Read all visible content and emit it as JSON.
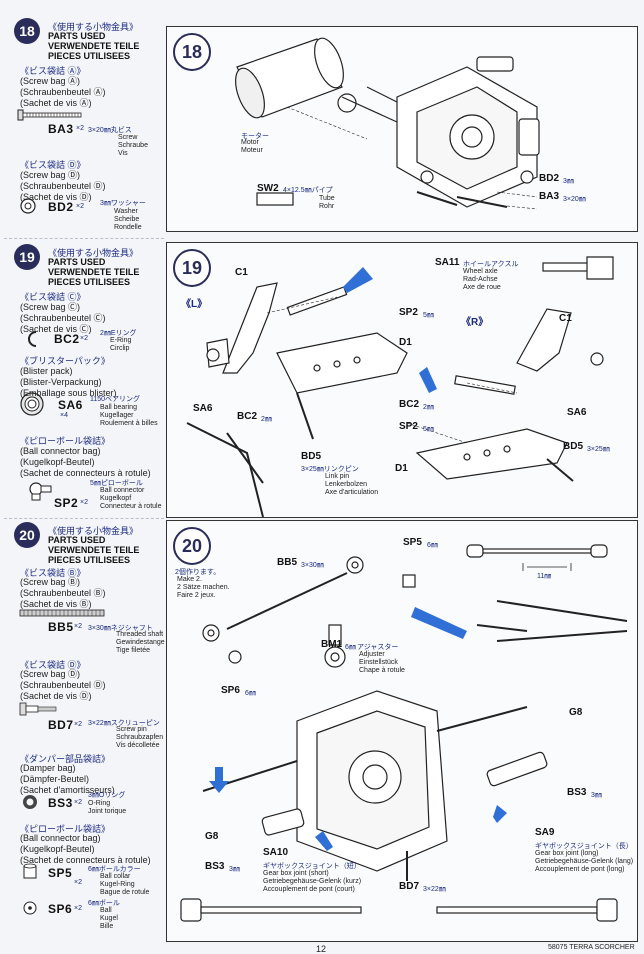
{
  "parts_heading": {
    "jp": "《使用する小物金具》",
    "en": "PARTS USED",
    "de": "VERWENDETE TEILE",
    "fr": "PIECES UTILISEES"
  },
  "steps": [
    {
      "number": "18",
      "bags": [
        {
          "jp": "《ビス袋詰 Ⓐ》",
          "en": "(Screw bag Ⓐ)",
          "de": "(Schraubenbeutel Ⓐ)",
          "fr": "(Sachet de vis Ⓐ)",
          "parts": [
            {
              "code": "BA3",
              "qty": "×2",
              "jp": "3×20㎜丸ビス",
              "desc": [
                "Screw",
                "Schraube",
                "Vis"
              ]
            }
          ]
        },
        {
          "jp": "《ビス袋詰 Ⓓ》",
          "en": "(Screw bag Ⓓ)",
          "de": "(Schraubenbeutel Ⓓ)",
          "fr": "(Sachet de vis Ⓓ)",
          "parts": [
            {
              "code": "BD2",
              "qty": "×2",
              "jp": "3㎜ワッシャー",
              "desc": [
                "Washer",
                "Scheibe",
                "Rondelle"
              ]
            }
          ]
        }
      ],
      "diagram": {
        "motor": {
          "jp": "モーター",
          "en": "Motor",
          "fr": "Moteur"
        },
        "tube": {
          "code": "SW2",
          "size": "4×12.5㎜パイプ",
          "en": "Tube",
          "de": "Rohr"
        },
        "bd2": {
          "code": "BD2",
          "size": "3㎜"
        },
        "ba3": {
          "code": "BA3",
          "size": "3×20㎜"
        }
      }
    },
    {
      "number": "19",
      "bags": [
        {
          "jp": "《ビス袋詰 Ⓒ》",
          "en": "(Screw bag Ⓒ)",
          "de": "(Schraubenbeutel Ⓒ)",
          "fr": "(Sachet de vis Ⓒ)",
          "parts": [
            {
              "code": "BC2",
              "qty": "×2",
              "jp": "2㎜Eリング",
              "desc": [
                "E-Ring",
                "Circlip"
              ]
            }
          ]
        },
        {
          "jp": "《ブリスターパック》",
          "en": "(Blister pack)",
          "de": "(Blister-Verpackung)",
          "fr": "(Emballage sous blister)",
          "parts": [
            {
              "code": "SA6",
              "qty": "×4",
              "jp": "1150ベアリング",
              "desc": [
                "Ball bearing",
                "Kugellager",
                "Roulement à billes"
              ]
            }
          ]
        },
        {
          "jp": "《ピローボール袋詰》",
          "en": "(Ball connector bag)",
          "de": "(Kugelkopf-Beutel)",
          "fr": "(Sachet de connecteurs à rotule)",
          "parts": [
            {
              "code": "SP2",
              "qty": "×2",
              "jp": "5㎜ピローボール",
              "desc": [
                "Ball connector",
                "Kugelkopf",
                "Connecteur à rotule"
              ]
            }
          ]
        }
      ],
      "diagram": {
        "c1_left": "C1",
        "c1_right": "C1",
        "left_label": "《L》",
        "right_label": "《R》",
        "sa11": {
          "code": "SA11",
          "jp": "ホイールアクスル",
          "en": "Wheel axle",
          "de": "Rad-Achse",
          "fr": "Axe de roue"
        },
        "sp2_top": {
          "code": "SP2",
          "size": "5㎜"
        },
        "sp2_mid": {
          "code": "SP2",
          "size": "5㎜"
        },
        "d1_top": "D1",
        "d1_bottom": "D1",
        "sa6_left": "SA6",
        "sa6_right": "SA6",
        "bc2_left": {
          "code": "BC2",
          "size": "2㎜"
        },
        "bc2_right": {
          "code": "BC2",
          "size": "2㎜"
        },
        "bd5_left": {
          "code": "BD5",
          "jp": "3×25㎜リンクピン",
          "en": "Link pin",
          "de": "Lenkerbolzen",
          "fr": "Axe d'articulation"
        },
        "bd5_right": {
          "code": "BD5",
          "size": "3×25㎜"
        }
      }
    },
    {
      "number": "20",
      "bags": [
        {
          "jp": "《ビス袋詰 Ⓑ》",
          "en": "(Screw bag Ⓑ)",
          "de": "(Schraubenbeutel Ⓑ)",
          "fr": "(Sachet de vis Ⓑ)",
          "parts": [
            {
              "code": "BB5",
              "qty": "×2",
              "jp": "3×30㎜ネジシャフト",
              "desc": [
                "Threaded shaft",
                "Gewindestange",
                "Tige filetée"
              ]
            }
          ]
        },
        {
          "jp": "《ビス袋詰 Ⓓ》",
          "en": "(Screw bag Ⓓ)",
          "de": "(Schraubenbeutel Ⓓ)",
          "fr": "(Sachet de vis Ⓓ)",
          "parts": [
            {
              "code": "BD7",
              "qty": "×2",
              "jp": "3×22㎜スクリューピン",
              "desc": [
                "Screw pin",
                "Schraubzapfen",
                "Vis décolletée"
              ]
            }
          ]
        },
        {
          "jp": "《ダンパー部品袋詰》",
          "en": "(Damper bag)",
          "de": "(Dämpfer-Beutel)",
          "fr": "(Sachet d'amortisseurs)",
          "parts": [
            {
              "code": "BS3",
              "qty": "×2",
              "jp": "3㎜Oリング",
              "desc": [
                "O-Ring",
                "Joint torique"
              ]
            }
          ]
        },
        {
          "jp": "《ピローボール袋詰》",
          "en": "(Ball connector bag)",
          "de": "(Kugelkopf-Beutel)",
          "fr": "(Sachet de connecteurs à rotule)",
          "parts": [
            {
              "code": "SP5",
              "qty": "×2",
              "jp": "6㎜ボールカラー",
              "desc": [
                "Ball collar",
                "Kugel-Ring",
                "Bague de rotule"
              ]
            },
            {
              "code": "SP6",
              "qty": "×2",
              "jp": "6㎜ボール",
              "desc": [
                "Ball",
                "Kugel",
                "Bille"
              ]
            }
          ]
        }
      ],
      "diagram": {
        "make2": {
          "jp": "2個作ります。",
          "en": "Make 2.",
          "de": "2 Sätze machen.",
          "fr": "Faire 2 jeux."
        },
        "bb5": {
          "code": "BB5",
          "size": "3×30㎜"
        },
        "sp5": {
          "code": "SP5",
          "size": "6㎜"
        },
        "measure": "11㎜",
        "bm1": {
          "code": "BM1",
          "size": "6㎜",
          "jp": "アジャスター",
          "en": "Adjuster",
          "de": "Einstellstück",
          "fr": "Chape à rotule"
        },
        "sp6": {
          "code": "SP6",
          "size": "6㎜"
        },
        "g8_top": "G8",
        "g8_bottom": "G8",
        "bs3_right": {
          "code": "BS3",
          "size": "3㎜"
        },
        "bs3_left": {
          "code": "BS3",
          "size": "3㎜"
        },
        "sa10": {
          "code": "SA10",
          "jp": "ギヤボックスジョイント（短）",
          "en": "Gear box joint (short)",
          "de": "Getriebegehäuse-Gelenk (kurz)",
          "fr": "Accouplement de pont (court)"
        },
        "sa9": {
          "code": "SA9",
          "jp": "ギヤボックスジョイント（長）",
          "en": "Gear box joint (long)",
          "de": "Getriebegehäuse-Gelenk (lang)",
          "fr": "Accouplement de pont (long)"
        },
        "bd7": {
          "code": "BD7",
          "size": "3×22㎜"
        }
      }
    }
  ],
  "footer": {
    "product": "58075  TERRA SCORCHER",
    "page": "12"
  },
  "colors": {
    "ink": "#1a1a1a",
    "accent_blue": "#1a2a80",
    "arrow_blue": "#2f6fd6",
    "badge": "#2a2d5a"
  }
}
